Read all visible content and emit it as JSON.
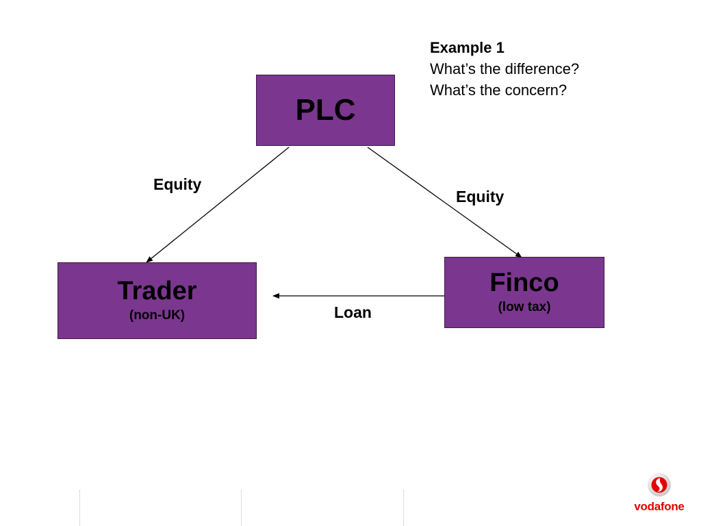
{
  "note": {
    "title": "Example 1",
    "line1": "What’s the difference?",
    "line2": "What’s the concern?"
  },
  "nodes": {
    "plc": {
      "name": "PLC"
    },
    "trader": {
      "name": "Trader",
      "sub": "(non-UK)"
    },
    "finco": {
      "name": "Finco",
      "sub": "(low tax)"
    }
  },
  "edges": {
    "plc_trader": "Equity",
    "plc_finco": "Equity",
    "finco_trader": "Loan"
  },
  "logo": {
    "text": "vodafone"
  },
  "colors": {
    "box_fill": "#7b378f",
    "box_border": "#3a1845",
    "brand_red": "#e60000"
  }
}
